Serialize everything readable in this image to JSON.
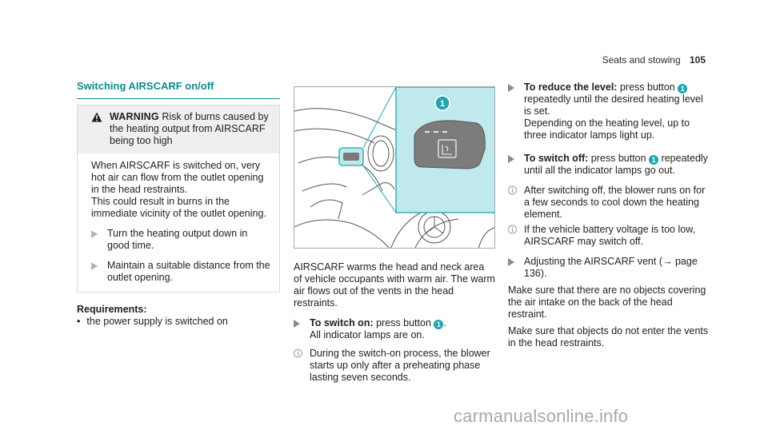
{
  "header": {
    "section": "Seats and stowing",
    "page_number": "105"
  },
  "col1": {
    "title": "Switching AIRSCARF on/off",
    "warning": {
      "label": "WARNING",
      "text": "Risk of burns caused by the heating output from AIRSCARF being too high",
      "body1": "When AIRSCARF is switched on, very hot air can flow from the outlet opening in the head restraints.",
      "body2": "This could result in burns in the immediate vicinity of the outlet opening.",
      "actions": [
        "Turn the heating output down in good time.",
        "Maintain a suitable distance from the outlet opening."
      ]
    },
    "requirements_label": "Requirements:",
    "requirements": [
      "the power supply is switched on"
    ]
  },
  "col2": {
    "figure_callout": "1",
    "intro": "AIRSCARF warms the head and neck area of vehicle occupants with warm air. The warm air flows out of the vents in the head restraints.",
    "switch_on_label": "To switch on:",
    "switch_on_text_pre": "press button",
    "switch_on_text_post": ".",
    "switch_on_detail": "All indicator lamps are on.",
    "note": "During the switch-on process, the blower starts up only after a preheating phase lasting seven seconds."
  },
  "col3": {
    "reduce_label": "To reduce the level:",
    "reduce_text": "press button",
    "reduce_detail": "repeatedly until the desired heating level is set.",
    "reduce_detail2": "Depending on the heating level, up to three indicator lamps light up.",
    "switch_off_label": "To switch off:",
    "switch_off_text": "press button",
    "switch_off_detail": "repeatedly until all the indicator lamps go out.",
    "note1": "After switching off, the blower runs on for a few seconds to cool down the heating element.",
    "note2": "If the vehicle battery voltage is too low, AIRSCARF may switch off.",
    "adjust_text": "Adjusting the AIRSCARF vent (→ page 136).",
    "para1": "Make sure that there are no objects covering the air intake on the back of the head restraint.",
    "para2": "Make sure that objects do not enter the vents in the head restraints.",
    "button_number": "1"
  },
  "watermark": "carmanualsonline.info",
  "colors": {
    "accent": "#0e8a93",
    "callout": "#1ea5b0",
    "highlight_panel": "#bfe9ec"
  }
}
